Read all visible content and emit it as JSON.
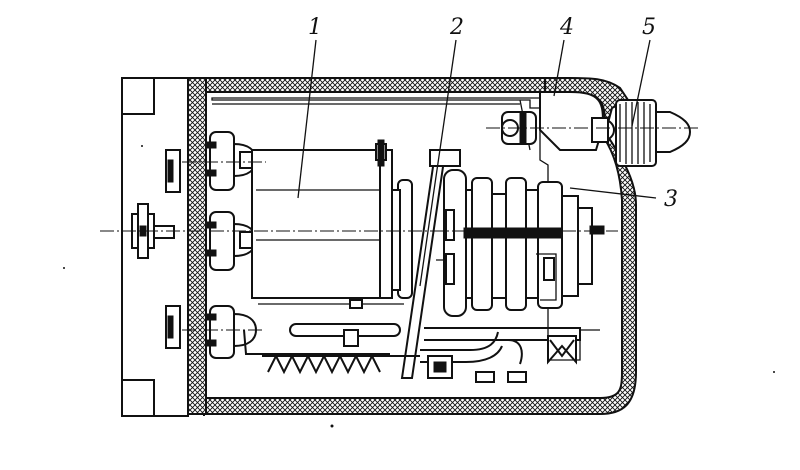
{
  "figure": {
    "callouts": [
      {
        "id": "1",
        "text": "1"
      },
      {
        "id": "2",
        "text": "2"
      },
      {
        "id": "3",
        "text": "3"
      },
      {
        "id": "4",
        "text": "4"
      },
      {
        "id": "5",
        "text": "5"
      }
    ],
    "colors": {
      "ink": "#111111",
      "paper": "#ffffff",
      "hatch": "#111111"
    }
  }
}
